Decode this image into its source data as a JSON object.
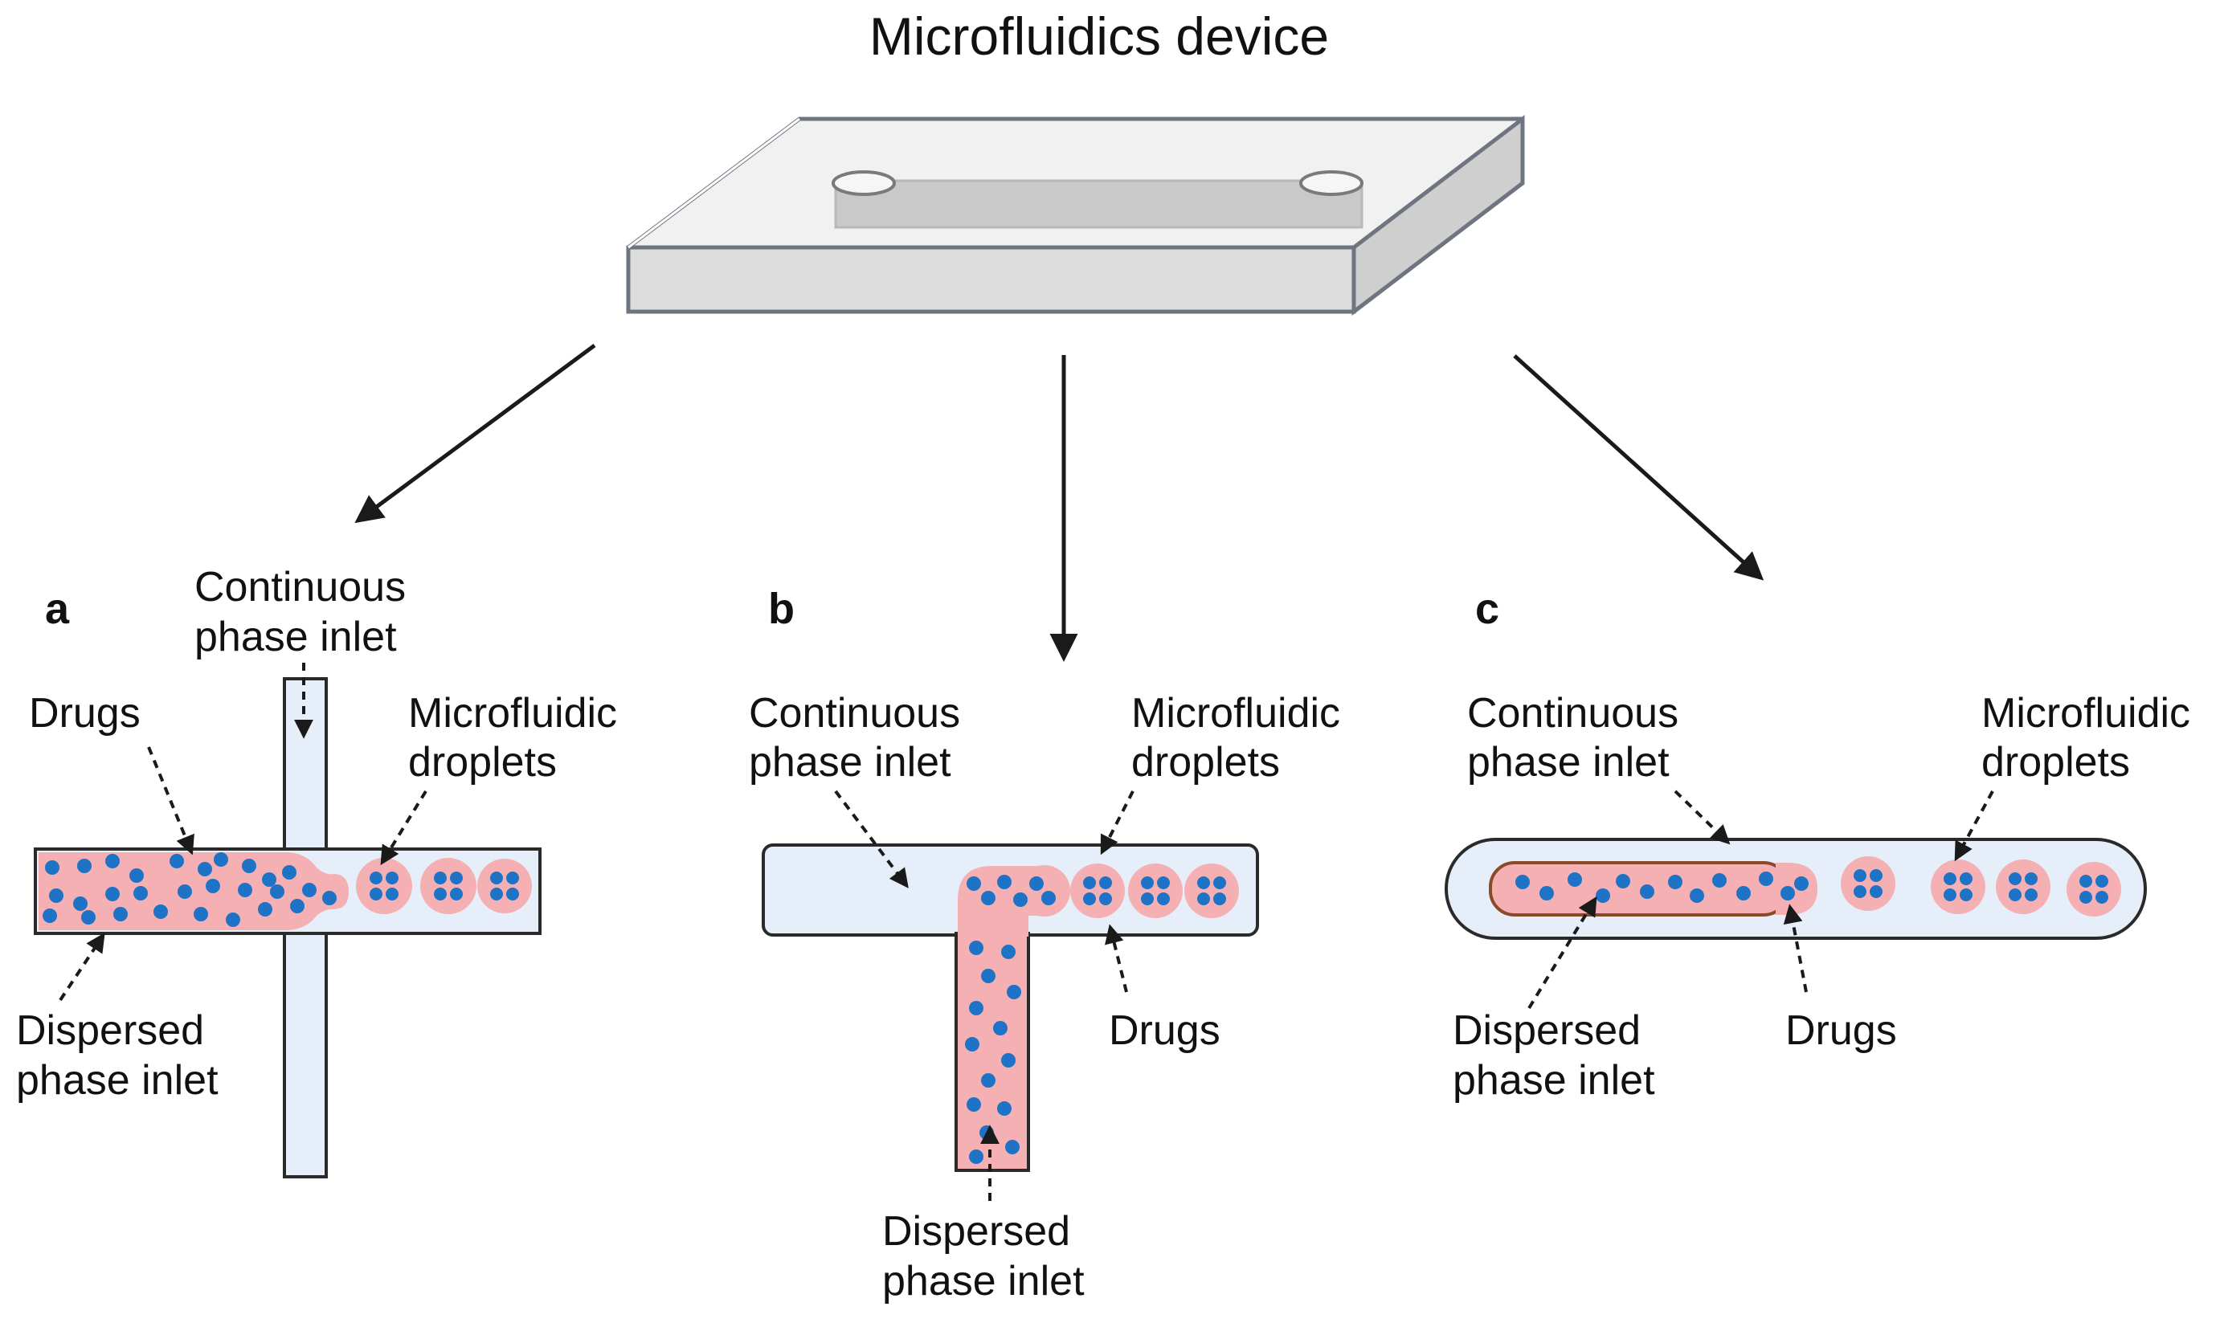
{
  "title": "Microfluidics device",
  "colors": {
    "channel_fill": "#e6eef9",
    "dispersed_fill": "#f4b0b3",
    "drug_dot": "#1f73c6",
    "outline": "#2a2a2a",
    "device_top": "#f1f1f1",
    "device_side": "#d6d6d6",
    "device_edge": "#6f7580"
  },
  "panels": {
    "a": {
      "letter": "a",
      "continuous_1": "Continuous",
      "continuous_2": "phase inlet",
      "drugs": "Drugs",
      "droplets_1": "Microfluidic",
      "droplets_2": "droplets",
      "dispersed_1": "Dispersed",
      "dispersed_2": "phase inlet"
    },
    "b": {
      "letter": "b",
      "continuous_1": "Continuous",
      "continuous_2": "phase inlet",
      "droplets_1": "Microfluidic",
      "droplets_2": "droplets",
      "drugs": "Drugs",
      "dispersed_1": "Dispersed",
      "dispersed_2": "phase inlet"
    },
    "c": {
      "letter": "c",
      "continuous_1": "Continuous",
      "continuous_2": "phase inlet",
      "droplets_1": "Microfluidic",
      "droplets_2": "droplets",
      "dispersed_1": "Dispersed",
      "dispersed_2": "phase inlet",
      "drugs": "Drugs"
    }
  }
}
